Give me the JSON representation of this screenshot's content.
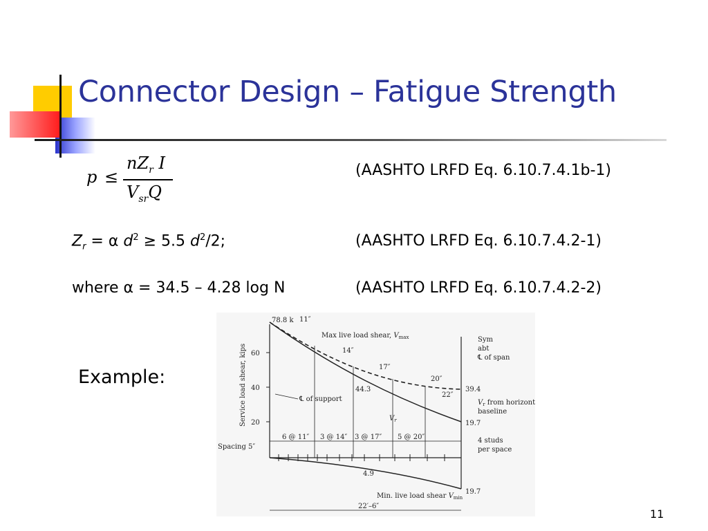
{
  "slide": {
    "title": "Connector Design – Fatigue Strength",
    "page_number": "11",
    "example_label": "Example:"
  },
  "equations": {
    "eq1": {
      "lhs": "p",
      "relation": "≤",
      "numerator_n": "nZ",
      "numerator_sub": "r",
      "numerator_tail": " I",
      "denominator_v": "V",
      "denominator_sub": "sr",
      "denominator_tail": "Q",
      "reference": "(AASHTO LRFD Eq.  6.10.7.4.1b-1)"
    },
    "eq2": {
      "z": "Z",
      "z_sub": "r",
      "mid": " = α ",
      "d1": "d",
      "exp1": "2",
      "ge": " ≥ 5.5 ",
      "d2": "d",
      "exp2": "2",
      "tail": "/2;",
      "reference": "(AASHTO LRFD Eq.  6.10.7.4.2-1)"
    },
    "eq3": {
      "text": "where α = 34.5 – 4.28 log N",
      "reference": "(AASHTO LRFD Eq.  6.10.7.4.2-2)"
    }
  },
  "diagram": {
    "y_axis_label": "Service load shear, kips",
    "y_ticks": [
      "60",
      "40",
      "20"
    ],
    "top_value": "78.8 k",
    "dim_11": "11″",
    "max_label": "Max live load shear, ",
    "max_sym": "V",
    "max_sub": "max",
    "dim_14": "14″",
    "dim_17": "17″",
    "dim_20": "20″",
    "dim_22": "22″",
    "value_44": "44.3",
    "value_394": "39.4",
    "value_197a": "19.7",
    "value_197b": "19.7",
    "value_49": "4.9",
    "sym_1": "Sym",
    "sym_2": "abt",
    "sym_3": "℄ of span",
    "support_label": "℄ of support",
    "vr_label": "V",
    "vr_sub": "r",
    "vr_from_1": " from horizontal",
    "vr_from_2": "baseline",
    "spacing": "Spacing 5″",
    "seg1": "6 @ 11″",
    "seg2": "3 @ 14″",
    "seg3": "3 @ 17″",
    "seg4": "5 @ 20″",
    "studs_1": "4 studs",
    "studs_2": "per space",
    "min_label": "Min. live load shear ",
    "min_sub": "min",
    "total_len": "22′–6″"
  }
}
